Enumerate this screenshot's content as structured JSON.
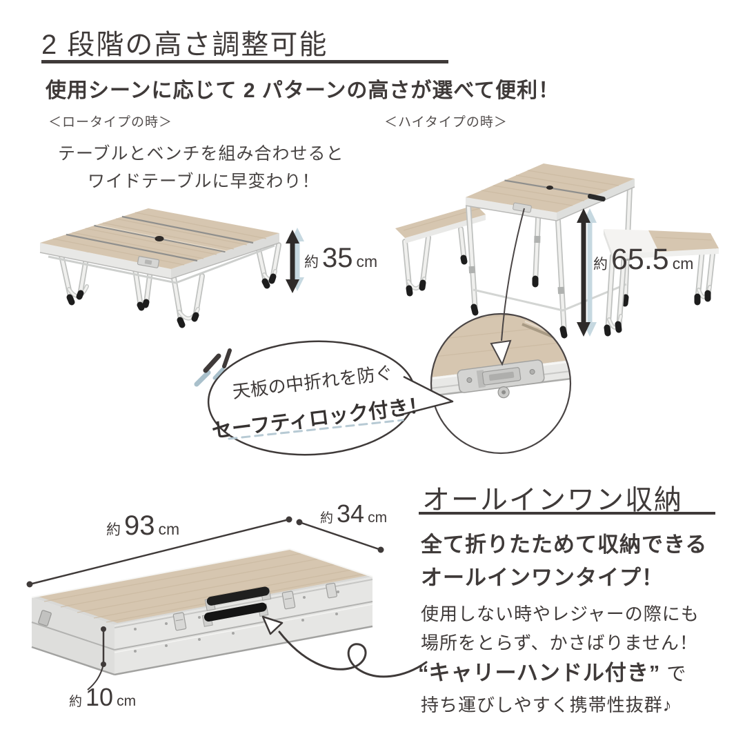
{
  "page": {
    "background": "#ffffff",
    "ink_color": "#3f3a39",
    "accent_blue": "#b7cad4",
    "wood_color": "#d6c6b0",
    "aluminum_color": "#e6e6e4"
  },
  "header": {
    "title": "2 段階の高さ調整可能",
    "subtitle": "使用シーンに応じて 2 パターンの高さが選べて便利！"
  },
  "low_type": {
    "label": "＜ロータイプの時＞",
    "caption_line1": "テーブルとベンチを組み合わせると",
    "caption_line2": "ワイドテーブルに早変わり！",
    "height": {
      "approx": "約",
      "value": "35",
      "unit": "cm"
    }
  },
  "high_type": {
    "label": "＜ハイタイプの時＞",
    "height": {
      "approx": "約",
      "value": "65.5",
      "unit": "cm"
    }
  },
  "safety_lock_bubble": {
    "line1": "天板の中折れを防ぐ",
    "line2": "セーフティロック付き！"
  },
  "storage": {
    "title": "オールインワン収納",
    "lead_line1": "全て折りたためて収納できる",
    "lead_line2": "オールインワンタイプ！",
    "body_line1": "使用しない時やレジャーの際にも",
    "body_line2": "場所をとらず、かさばりません！",
    "carry": {
      "quote_open": "“",
      "text": "キャリーハンドル付き",
      "quote_close": "”",
      "suffix": "で"
    },
    "body_line3": "持ち運びしやすく携帯性抜群♪"
  },
  "case_dimensions": {
    "length": {
      "approx": "約",
      "value": "93",
      "unit": "cm"
    },
    "depth": {
      "approx": "約",
      "value": "34",
      "unit": "cm"
    },
    "height": {
      "approx": "約",
      "value": "10",
      "unit": "cm"
    }
  }
}
